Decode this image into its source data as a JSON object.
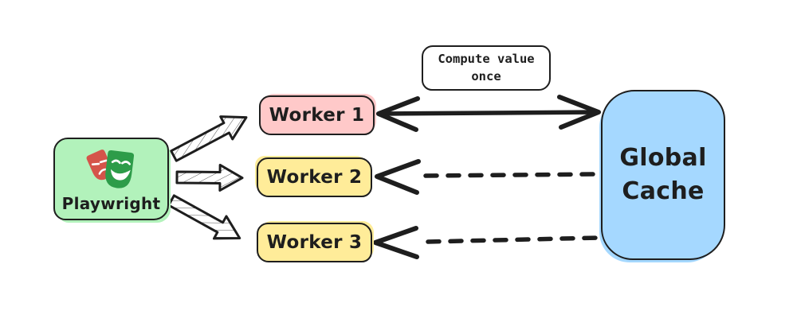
{
  "diagram": {
    "nodes": {
      "playwright": {
        "label": "Playwright"
      },
      "worker1": {
        "label": "Worker 1"
      },
      "worker2": {
        "label": "Worker 2"
      },
      "worker3": {
        "label": "Worker 3"
      },
      "global_cache": {
        "label": "Global Cache"
      }
    },
    "annotations": {
      "compute_once": {
        "label": "Compute value once"
      }
    },
    "edges": [
      {
        "from": "playwright",
        "to": "worker1",
        "style": "hatched-block-arrow",
        "direction": "one-way"
      },
      {
        "from": "playwright",
        "to": "worker2",
        "style": "hatched-block-arrow",
        "direction": "one-way"
      },
      {
        "from": "playwright",
        "to": "worker3",
        "style": "hatched-block-arrow",
        "direction": "one-way"
      },
      {
        "from": "worker1",
        "to": "global_cache",
        "style": "solid-thick",
        "direction": "two-way"
      },
      {
        "from": "global_cache",
        "to": "worker2",
        "style": "dashed",
        "direction": "one-way"
      },
      {
        "from": "global_cache",
        "to": "worker3",
        "style": "dashed",
        "direction": "one-way"
      }
    ]
  },
  "icons": {
    "playwright_logo": "theater-masks-icon"
  },
  "colors": {
    "stroke": "#1e1e1e",
    "playwright-fill": "#b2f2bb",
    "worker1-fill": "#ffc9c9",
    "worker2-fill": "#ffec99",
    "worker3-fill": "#ffec99",
    "cache-fill": "#a5d8ff",
    "annotation-fill": "#ffffff",
    "background": "#ffffff"
  }
}
